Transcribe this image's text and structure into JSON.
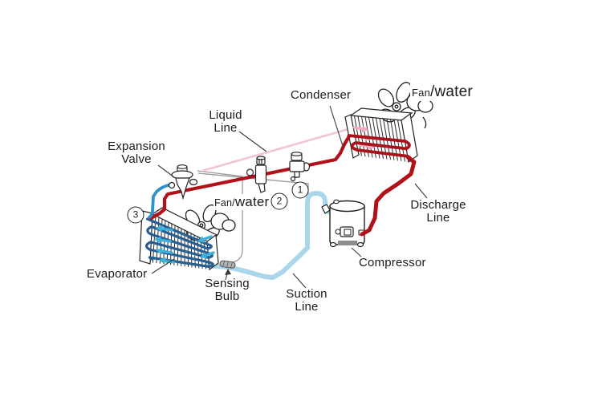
{
  "diagram": {
    "type": "refrigeration-cycle",
    "labels": {
      "condenser": "Condenser",
      "fan_water_condenser": {
        "fan": "Fan",
        "water": "/water"
      },
      "liquid_line": {
        "line1": "Liquid",
        "line2": "Line"
      },
      "expansion_valve": {
        "line1": "Expansion",
        "line2": "Valve"
      },
      "fan_water_evaporator": {
        "fan": "Fan/",
        "water": "water"
      },
      "evaporator": "Evaporator",
      "sensing_bulb": {
        "line1": "Sensing",
        "line2": "Bulb"
      },
      "suction_line": {
        "line1": "Suction",
        "line2": "Line"
      },
      "compressor": "Compressor",
      "discharge_line": {
        "line1": "Discharge",
        "line2": "Line"
      }
    },
    "callouts": {
      "point1": "1",
      "point2": "2",
      "point3": "3"
    },
    "colors": {
      "hot_line_red": "#b11219",
      "condenser_coil_red": "#a8101a",
      "liquid_line_pink": "#f3c5ce",
      "airflow_pink": "#f2abbb",
      "suction_line_blue": "#a9d6e8",
      "evaporator_coil_blue": "#275e93",
      "expansion_outlet_blue": "#2f93c8",
      "airflow_cyan": "#41b0d9",
      "capillary_gray": "#9a9a9a",
      "ink": "#222222"
    }
  }
}
